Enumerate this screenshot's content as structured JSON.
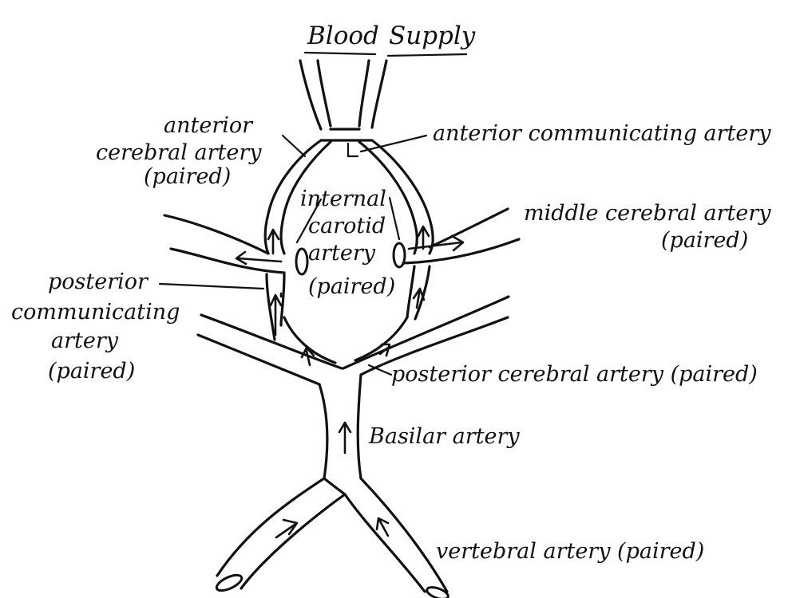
{
  "title": {
    "word1": "Blood",
    "word2": "Supply"
  },
  "labels": {
    "anterior_cerebral": [
      "anterior",
      "cerebral artery",
      "(paired)"
    ],
    "anterior_communicating": "anterior communicating artery",
    "internal_carotid": [
      "internal",
      "carotid",
      "artery",
      "(paired)"
    ],
    "middle_cerebral": [
      "middle cerebral artery",
      "(paired)"
    ],
    "posterior_communicating": [
      "posterior",
      "communicating",
      "artery",
      "(paired)"
    ],
    "posterior_cerebral": "posterior cerebral artery (paired)",
    "basilar": "Basilar artery",
    "vertebral": "vertebral artery (paired)"
  }
}
